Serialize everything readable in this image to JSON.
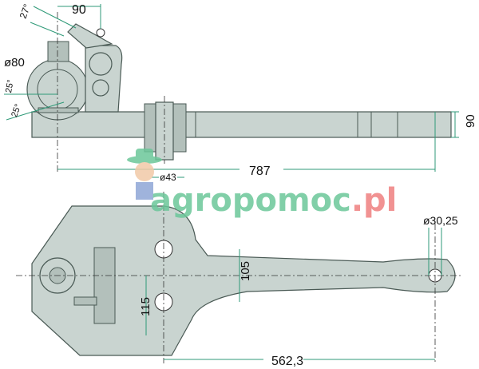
{
  "drawing": {
    "dimensions": {
      "angle_top": "27°",
      "offset_top": "90",
      "ball_diameter": "ø80",
      "angle_upper": "25°",
      "angle_lower": "25°",
      "overall_length": "787",
      "bar_height": "90",
      "hole_diameter_plate": "ø43",
      "hole_diameter_end": "ø30,25",
      "hole_spacing": "105",
      "lower_spacing": "115",
      "reach_length": "562,3"
    },
    "colors": {
      "part": "#c9d4d0",
      "dimension": "#2f9a78",
      "watermark_green": "#6cc79a",
      "watermark_red": "#ef7f7f"
    }
  },
  "watermark": {
    "brand": "agropomoc",
    "suffix": ".pl"
  }
}
